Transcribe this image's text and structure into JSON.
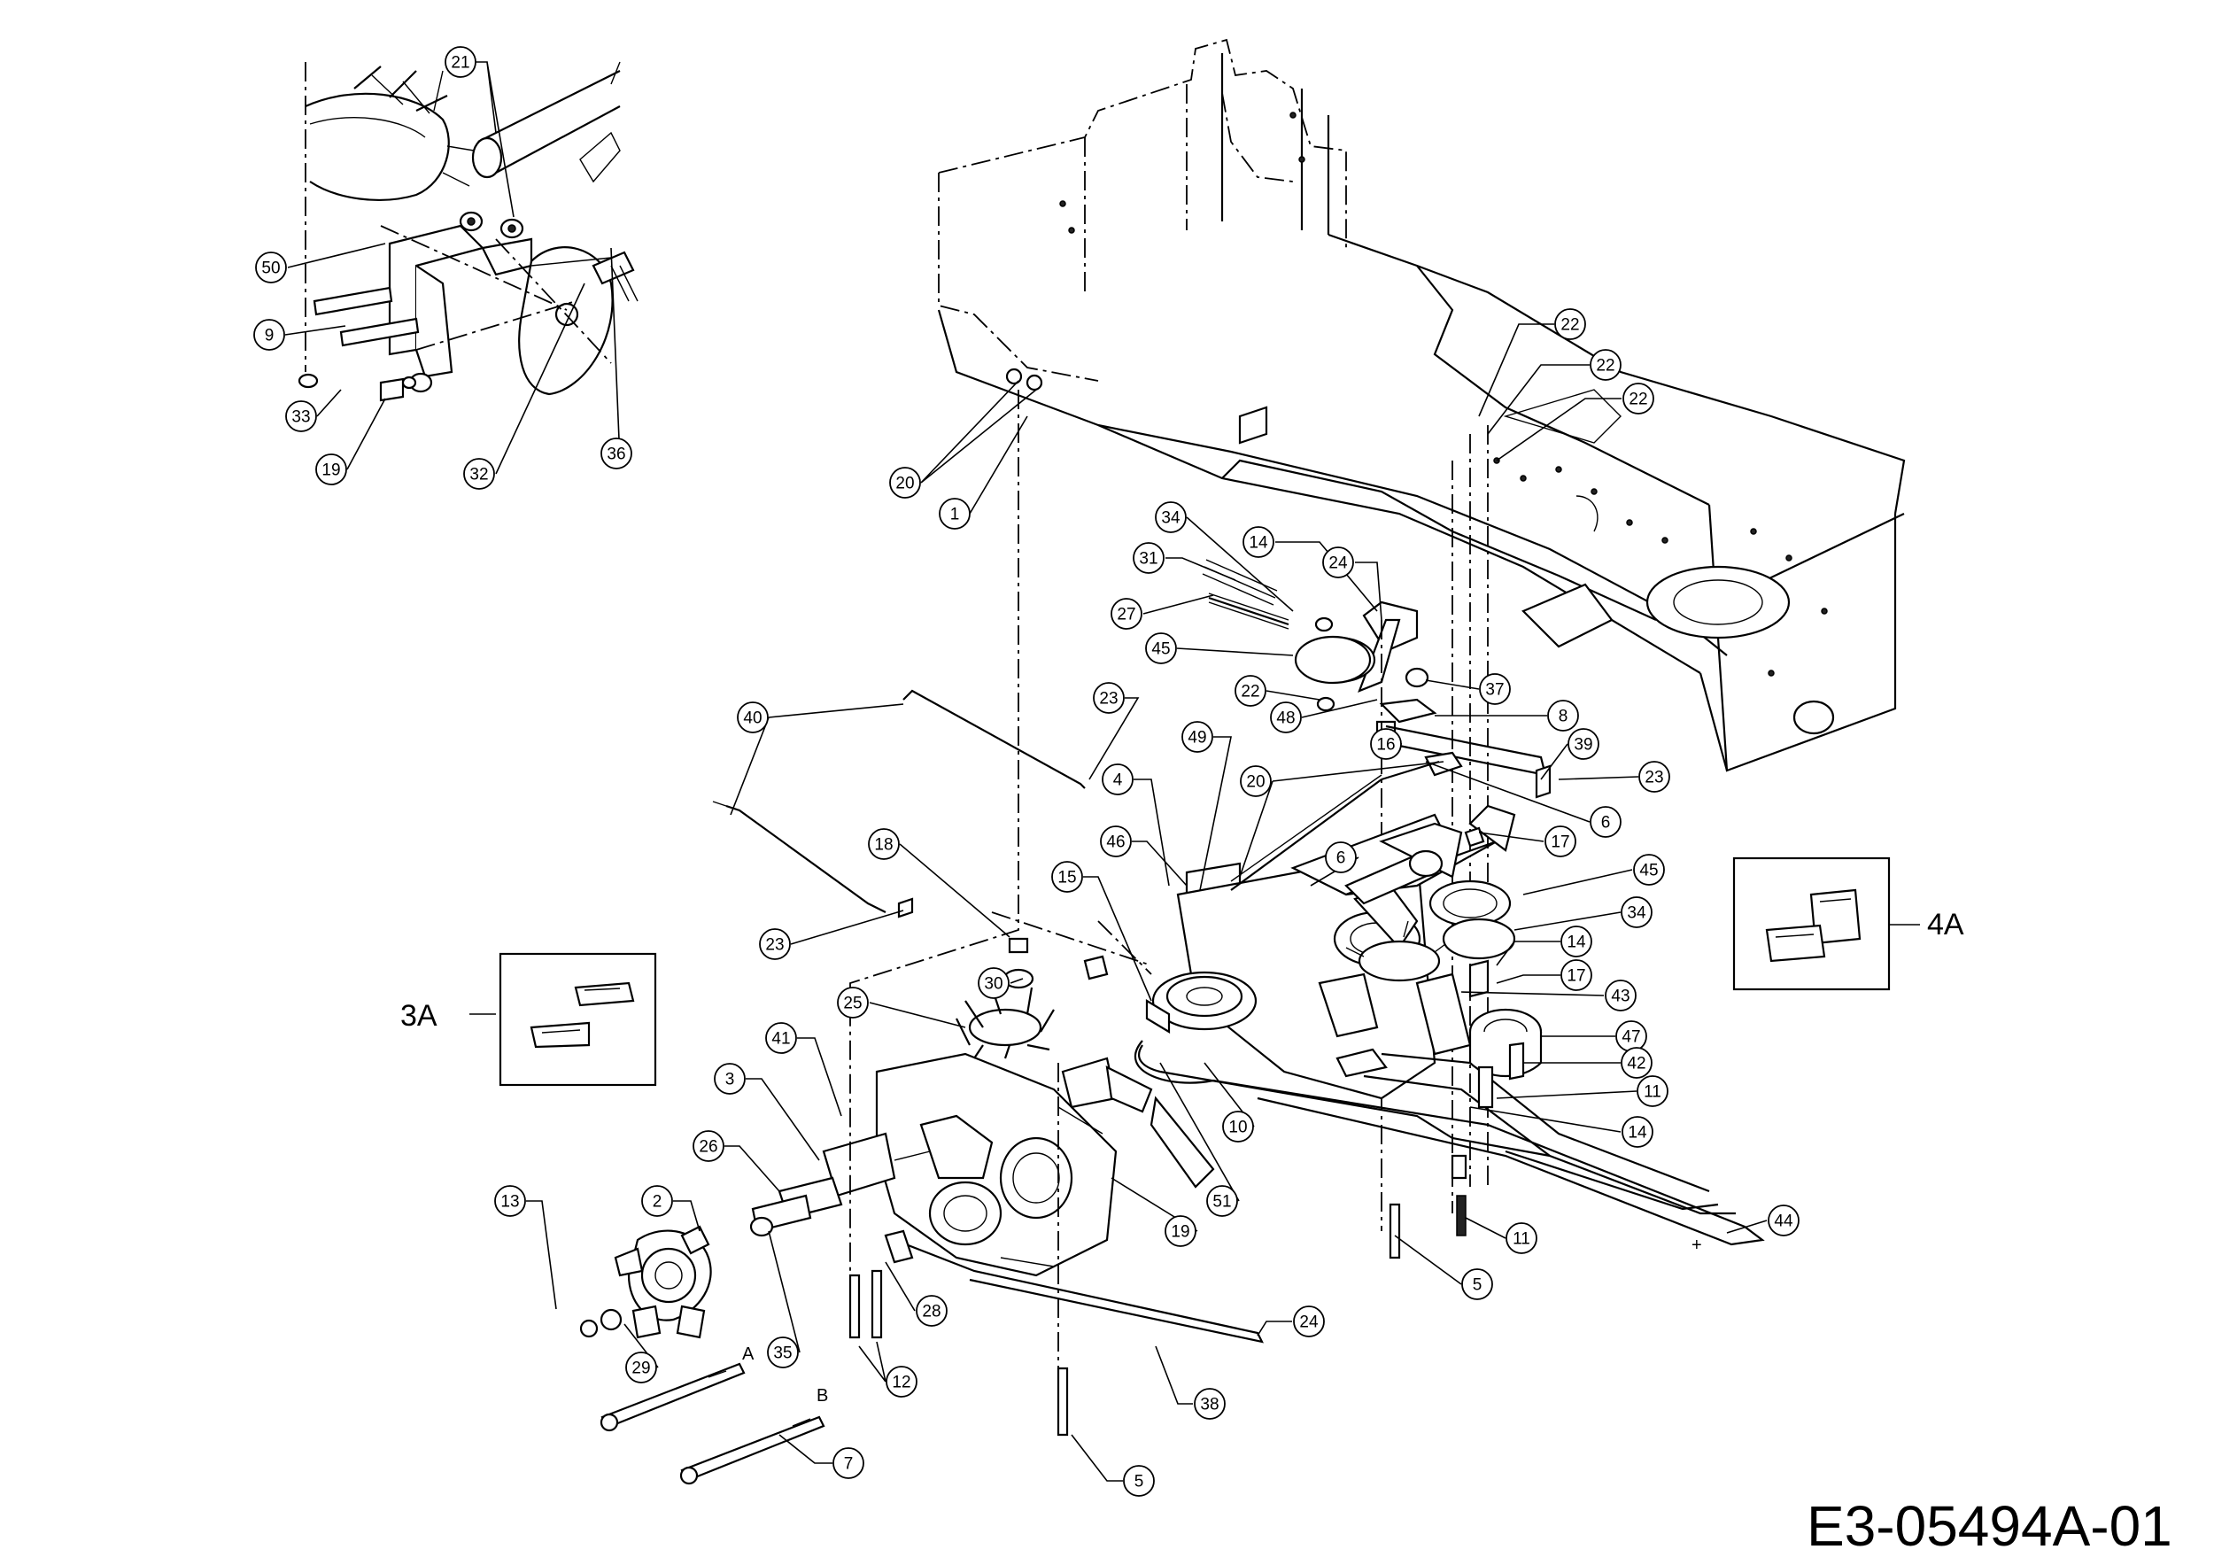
{
  "drawing_code": "E3-05494A-01",
  "detail_refs": {
    "left": "3A",
    "right": "4A"
  },
  "shaft_markers": {
    "a": "A",
    "b": "B",
    "plus": "+"
  },
  "callouts": [
    {
      "n": "21",
      "name": "callout-21-a"
    },
    {
      "n": "50",
      "name": "callout-50"
    },
    {
      "n": "9",
      "name": "callout-9-top"
    },
    {
      "n": "33",
      "name": "callout-33"
    },
    {
      "n": "19",
      "name": "callout-19-top"
    },
    {
      "n": "32",
      "name": "callout-32"
    },
    {
      "n": "36",
      "name": "callout-36"
    },
    {
      "n": "20",
      "name": "callout-20-top"
    },
    {
      "n": "1",
      "name": "callout-1"
    },
    {
      "n": "22",
      "name": "callout-22-a"
    },
    {
      "n": "22",
      "name": "callout-22-b"
    },
    {
      "n": "22",
      "name": "callout-22-c"
    },
    {
      "n": "34",
      "name": "callout-34-top"
    },
    {
      "n": "14",
      "name": "callout-14-top"
    },
    {
      "n": "31",
      "name": "callout-31"
    },
    {
      "n": "24",
      "name": "callout-24-top"
    },
    {
      "n": "27",
      "name": "callout-27"
    },
    {
      "n": "45",
      "name": "callout-45-top"
    },
    {
      "n": "37",
      "name": "callout-37"
    },
    {
      "n": "22",
      "name": "callout-22-d"
    },
    {
      "n": "8",
      "name": "callout-8"
    },
    {
      "n": "48",
      "name": "callout-48"
    },
    {
      "n": "16",
      "name": "callout-16"
    },
    {
      "n": "40",
      "name": "callout-40"
    },
    {
      "n": "23",
      "name": "callout-23-top"
    },
    {
      "n": "49",
      "name": "callout-49"
    },
    {
      "n": "39",
      "name": "callout-39"
    },
    {
      "n": "4",
      "name": "callout-4"
    },
    {
      "n": "20",
      "name": "callout-20-mid"
    },
    {
      "n": "23",
      "name": "callout-23-right"
    },
    {
      "n": "6",
      "name": "callout-6-right"
    },
    {
      "n": "17",
      "name": "callout-17-a"
    },
    {
      "n": "18",
      "name": "callout-18"
    },
    {
      "n": "46",
      "name": "callout-46"
    },
    {
      "n": "6",
      "name": "callout-6-mid"
    },
    {
      "n": "45",
      "name": "callout-45-right"
    },
    {
      "n": "15",
      "name": "callout-15"
    },
    {
      "n": "34",
      "name": "callout-34-right"
    },
    {
      "n": "23",
      "name": "callout-23-left"
    },
    {
      "n": "14",
      "name": "callout-14-mid"
    },
    {
      "n": "17",
      "name": "callout-17-b"
    },
    {
      "n": "30",
      "name": "callout-30"
    },
    {
      "n": "43",
      "name": "callout-43"
    },
    {
      "n": "25",
      "name": "callout-25"
    },
    {
      "n": "47",
      "name": "callout-47"
    },
    {
      "n": "41",
      "name": "callout-41"
    },
    {
      "n": "42",
      "name": "callout-42"
    },
    {
      "n": "3",
      "name": "callout-3"
    },
    {
      "n": "11",
      "name": "callout-11-a"
    },
    {
      "n": "10",
      "name": "callout-10"
    },
    {
      "n": "14",
      "name": "callout-14-low"
    },
    {
      "n": "26",
      "name": "callout-26"
    },
    {
      "n": "51",
      "name": "callout-51"
    },
    {
      "n": "13",
      "name": "callout-13"
    },
    {
      "n": "2",
      "name": "callout-2"
    },
    {
      "n": "19",
      "name": "callout-19-low"
    },
    {
      "n": "44",
      "name": "callout-44"
    },
    {
      "n": "11",
      "name": "callout-11-b"
    },
    {
      "n": "5",
      "name": "callout-5-right"
    },
    {
      "n": "28",
      "name": "callout-28"
    },
    {
      "n": "24",
      "name": "callout-24-low"
    },
    {
      "n": "35",
      "name": "callout-35"
    },
    {
      "n": "29",
      "name": "callout-29"
    },
    {
      "n": "12",
      "name": "callout-12"
    },
    {
      "n": "38",
      "name": "callout-38"
    },
    {
      "n": "7",
      "name": "callout-7"
    },
    {
      "n": "5",
      "name": "callout-5-low"
    }
  ]
}
